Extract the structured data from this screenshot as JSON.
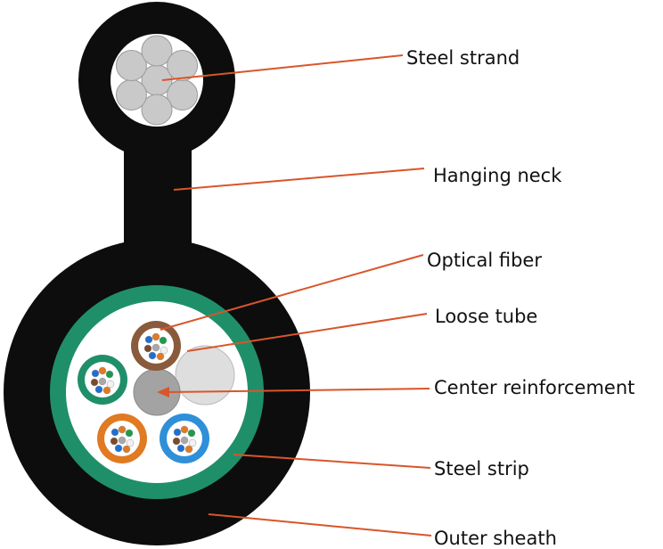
{
  "labels": {
    "steel_strand": "Steel strand",
    "hanging_neck": "Hanging neck",
    "optical_fiber": "Optical fiber",
    "loose_tube": "Loose tube",
    "center_reinforcement": "Center reinforcement",
    "steel_strip": "Steel strip",
    "outer_sheath": "Outer sheath"
  },
  "colors": {
    "sheath": "#0d0d0d",
    "steel_strip": "#1f8f6a",
    "strand_wire": "#c9c9c9",
    "center_member": "#a3a3a3",
    "filler": "#dedede",
    "leader_line": "#d9552a",
    "tube_brown": "#8a5a3c",
    "tube_green": "#1f8f6a",
    "tube_orange": "#e07a23",
    "tube_blue": "#2f8fd8",
    "fiber_colors": [
      "#1f6fd1",
      "#e07a23",
      "#1f9a4a",
      "#7a4a2a",
      "#a8a8a8",
      "#f2f2f2"
    ]
  }
}
